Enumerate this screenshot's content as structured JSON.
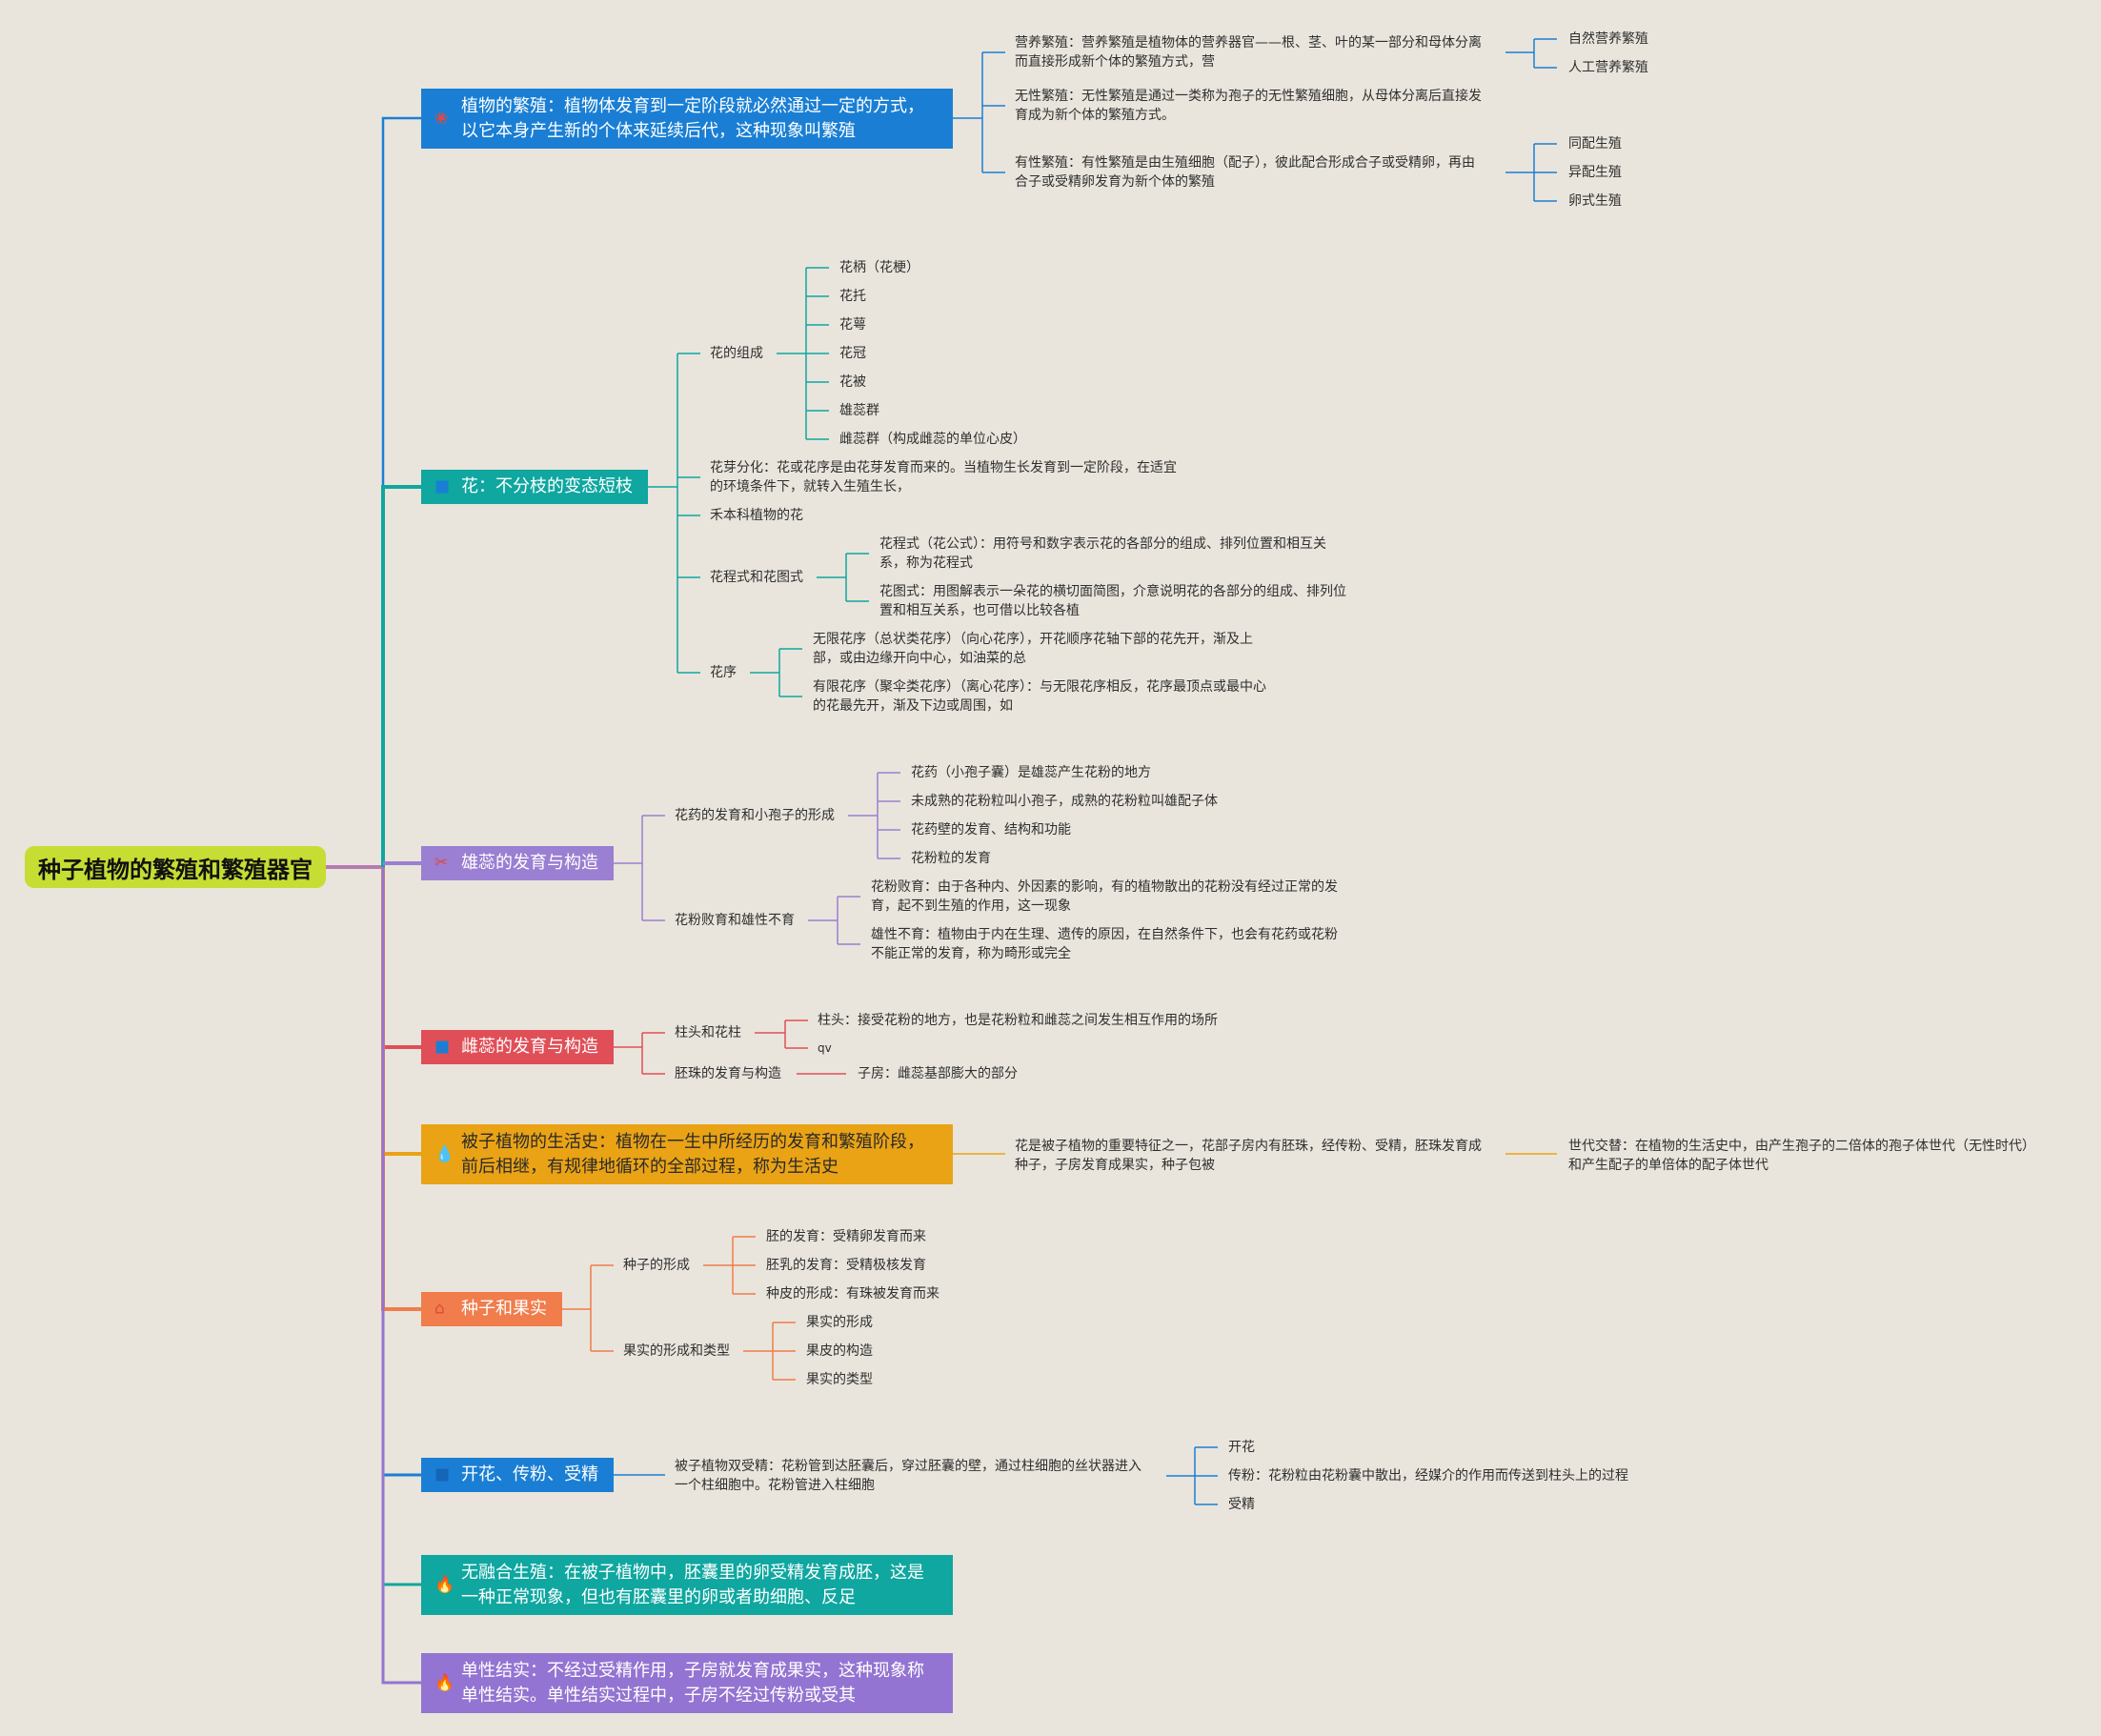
{
  "root": {
    "label": "种子植物的繁殖和繁殖器官"
  },
  "colors": {
    "blue": "#1a7fd4",
    "teal": "#0fa7a0",
    "purple": "#9a7fd2",
    "red": "#e04f57",
    "orange": "#eaa315",
    "coral": "#f07d4b",
    "violet": "#9474d2",
    "lime": "#c6dd33"
  },
  "b1": {
    "icon": "flower-icon",
    "line1": "植物的繁殖：植物体发育到一定阶段就必然通过一定的方式，",
    "line2": "以它本身产生新的个体来延续后代，这种现象叫繁殖",
    "c1": {
      "line1": "营养繁殖：营养繁殖是植物体的营养器官——根、茎、叶的某一部分和母体分离",
      "line2": "而直接形成新个体的繁殖方式，营"
    },
    "c1_children": [
      "自然营养繁殖",
      "人工营养繁殖"
    ],
    "c2": {
      "line1": "无性繁殖：无性繁殖是通过一类称为孢子的无性繁殖细胞，从母体分离后直接发",
      "line2": "育成为新个体的繁殖方式。"
    },
    "c3": {
      "line1": "有性繁殖：有性繁殖是由生殖细胞（配子），彼此配合形成合子或受精卵，再由",
      "line2": "合子或受精卵发育为新个体的繁殖"
    },
    "c3_children": [
      "同配生殖",
      "异配生殖",
      "卵式生殖"
    ]
  },
  "b2": {
    "icon": "square-icon",
    "label": "花：不分枝的变态短枝",
    "composition": "花的组成",
    "composition_items": [
      "花柄（花梗）",
      "花托",
      "花萼",
      "花冠",
      "花被",
      "雄蕊群",
      "雌蕊群（构成雌蕊的单位心皮）"
    ],
    "bud": {
      "line1": "花芽分化：花或花序是由花芽发育而来的。当植物生长发育到一定阶段，在适宜",
      "line2": "的环境条件下，就转入生殖生长，"
    },
    "grass": "禾本科植物的花",
    "formula": "花程式和花图式",
    "formula_a": {
      "line1": "花程式（花公式）：用符号和数字表示花的各部分的组成、排列位置和相互关",
      "line2": "系，称为花程式"
    },
    "formula_b": {
      "line1": "花图式：用图解表示一朵花的横切面简图，介意说明花的各部分的组成、排列位",
      "line2": "置和相互关系，也可借以比较各植"
    },
    "inflo": "花序",
    "inflo_a": {
      "line1": "无限花序（总状类花序）（向心花序），开花顺序花轴下部的花先开，渐及上",
      "line2": "部，或由边缘开向中心，如油菜的总"
    },
    "inflo_b": {
      "line1": "有限花序（聚伞类花序）（离心花序）：与无限花序相反，花序最顶点或最中心",
      "line2": "的花最先开，渐及下边或周围，如"
    }
  },
  "b3": {
    "icon": "tools-icon",
    "label": "雄蕊的发育与构造",
    "anther": "花药的发育和小孢子的形成",
    "anther_items": [
      "花药（小孢子囊）是雄蕊产生花粉的地方",
      "未成熟的花粉粒叫小孢子，成熟的花粉粒叫雄配子体",
      "花药壁的发育、结构和功能",
      "花粉粒的发育"
    ],
    "abort": "花粉败育和雄性不育",
    "abort_a": {
      "line1": "花粉败育：由于各种内、外因素的影响，有的植物散出的花粉没有经过正常的发",
      "line2": "育，起不到生殖的作用，这一现象"
    },
    "abort_b": {
      "line1": "雄性不育：植物由于内在生理、遗传的原因，在自然条件下，也会有花药或花粉",
      "line2": "不能正常的发育，称为畸形或完全"
    }
  },
  "b4": {
    "icon": "square-icon",
    "label": "雌蕊的发育与构造",
    "stigma": "柱头和花柱",
    "stigma_a": "柱头：接受花粉的地方，也是花粉粒和雌蕊之间发生相互作用的场所",
    "stigma_b": "qv",
    "ovule": "胚珠的发育与构造",
    "ovule_a": "子房：雌蕊基部膨大的部分"
  },
  "b5": {
    "icon": "drop-icon",
    "line1": "被子植物的生活史：植物在一生中所经历的发育和繁殖阶段，",
    "line2": "前后相继，有规律地循环的全部过程，称为生活史",
    "c1": {
      "line1": "花是被子植物的重要特征之一，花部子房内有胚珠，经传粉、受精，胚珠发育成",
      "line2": "种子，子房发育成果实，种子包被"
    },
    "c2": {
      "line1": "世代交替：在植物的生活史中，由产生孢子的二倍体的孢子体世代（无性时代）",
      "line2": "和产生配子的单倍体的配子体世代"
    }
  },
  "b6": {
    "icon": "home-icon",
    "label": "种子和果实",
    "seed": "种子的形成",
    "seed_items": [
      "胚的发育：受精卵发育而来",
      "胚乳的发育：受精极核发育",
      "种皮的形成：有珠被发育而来"
    ],
    "fruit": "果实的形成和类型",
    "fruit_items": [
      "果实的形成",
      "果皮的构造",
      "果实的类型"
    ]
  },
  "b7": {
    "icon": "square-icon",
    "label": "开花、传粉、受精",
    "c1": {
      "line1": "被子植物双受精：花粉管到达胚囊后，穿过胚囊的壁，通过柱细胞的丝状器进入",
      "line2": "一个柱细胞中。花粉管进入柱细胞"
    },
    "c1_children": [
      "开花",
      "传粉：花粉粒由花粉囊中散出，经媒介的作用而传送到柱头上的过程",
      "受精"
    ]
  },
  "b8": {
    "icon": "fire-icon",
    "line1": "无融合生殖：在被子植物中，胚囊里的卵受精发育成胚，这是",
    "line2": "一种正常现象，但也有胚囊里的卵或者助细胞、反足"
  },
  "b9": {
    "icon": "fire-icon",
    "line1": "单性结实：不经过受精作用，子房就发育成果实，这种现象称",
    "line2": "单性结实。单性结实过程中，子房不经过传粉或受其"
  }
}
